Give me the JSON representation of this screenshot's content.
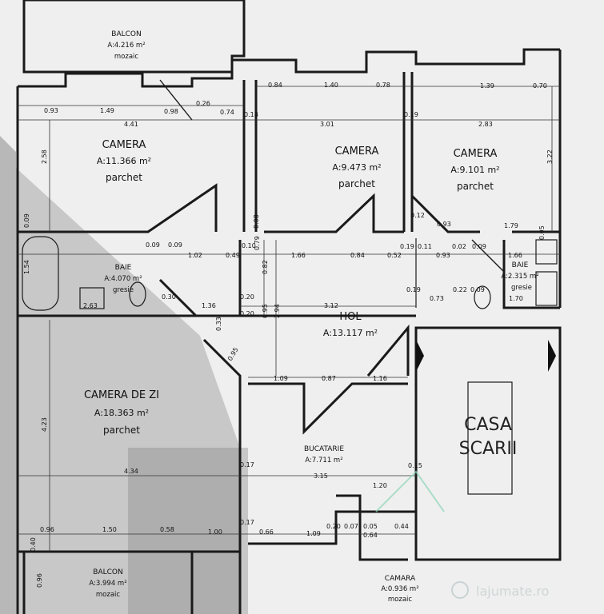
{
  "rooms": {
    "balcon_top": {
      "name": "BALCON",
      "area": "A:4.216 m²",
      "finish": "mozaic"
    },
    "camera_1": {
      "name": "CAMERA",
      "area": "A:11.366 m²",
      "finish": "parchet"
    },
    "camera_2": {
      "name": "CAMERA",
      "area": "A:9.473 m²",
      "finish": "parchet"
    },
    "camera_3": {
      "name": "CAMERA",
      "area": "A:9.101 m²",
      "finish": "parchet"
    },
    "baie_1": {
      "name": "BAIE",
      "area": "A:4.070 m²",
      "finish": "gresie"
    },
    "baie_2": {
      "name": "BAIE",
      "area": "A:2.315 m²",
      "finish": "gresie"
    },
    "hol": {
      "name": "HOL",
      "area": "A:13.117 m²"
    },
    "camera_zi": {
      "name": "CAMERA DE ZI",
      "area": "A:18.363 m²",
      "finish": "parchet"
    },
    "bucatarie": {
      "name": "BUCATARIE",
      "area": "A:7.711 m²"
    },
    "balcon_bottom": {
      "name": "BALCON",
      "area": "A:3.994 m²",
      "finish": "mozaic"
    },
    "camara": {
      "name": "CAMARA",
      "area": "A:0.936 m²",
      "finish": "mozaic"
    }
  },
  "stairwell": {
    "line1": "CASA",
    "line2": "SCARII"
  },
  "dimensions": {
    "d093": "0.93",
    "d149": "1.49",
    "d098": "0.98",
    "d026": "0.26",
    "d074": "0.74",
    "d018": "0.18",
    "d441": "4.41",
    "d084": "0.84",
    "d140": "1.40",
    "d078": "0.78",
    "d139": "1.39",
    "d070": "0.70",
    "d301": "3.01",
    "d019": "0.19",
    "d283": "2.83",
    "d258": "2.58",
    "d322": "3.22",
    "d012": "0.12",
    "d093b": "0.93",
    "d179": "1.79",
    "d009a": "0.09",
    "d009b": "0.09",
    "d010": "0.10",
    "d008": "0.08",
    "d102": "1.02",
    "d049": "0.49",
    "d079": "0.79",
    "d166": "1.66",
    "d084b": "0.84",
    "d052": "0.52",
    "d019b": "0.19",
    "d011": "0.11",
    "d093c": "0.93",
    "d002": "0.02",
    "d009c": "0.09",
    "d166b": "1.66",
    "d005": "0.05",
    "d154": "1.54",
    "d009d": "0.09",
    "d082": "0.82",
    "d263": "2.63",
    "d030": "0.30",
    "d136": "1.36",
    "d020": "0.20",
    "d312": "3.12",
    "d019c": "0.19",
    "d073": "0.73",
    "d022": "0.22",
    "d009e": "0.09",
    "d170": "1.70",
    "d020b": "0.20",
    "d095": "0.95",
    "d294": "2.94",
    "d033": "0.33",
    "d095b": "0.95",
    "d109": "1.09",
    "d087": "0.87",
    "d116": "1.16",
    "d423": "4.23",
    "d434": "4.34",
    "d017": "0.17",
    "d315": "3.15",
    "d015": "0.15",
    "d120": "1.20",
    "d096": "0.96",
    "d150": "1.50",
    "d058": "0.58",
    "d100": "1.00",
    "d017b": "0.17",
    "d066": "0.66",
    "d109b": "1.09",
    "d020c": "0.20",
    "d007": "0.07",
    "d005b": "0.05",
    "d064": "0.64",
    "d044": "0.44",
    "d040": "0.40",
    "d096b": "0.96"
  },
  "watermark": "lajumate.ro"
}
